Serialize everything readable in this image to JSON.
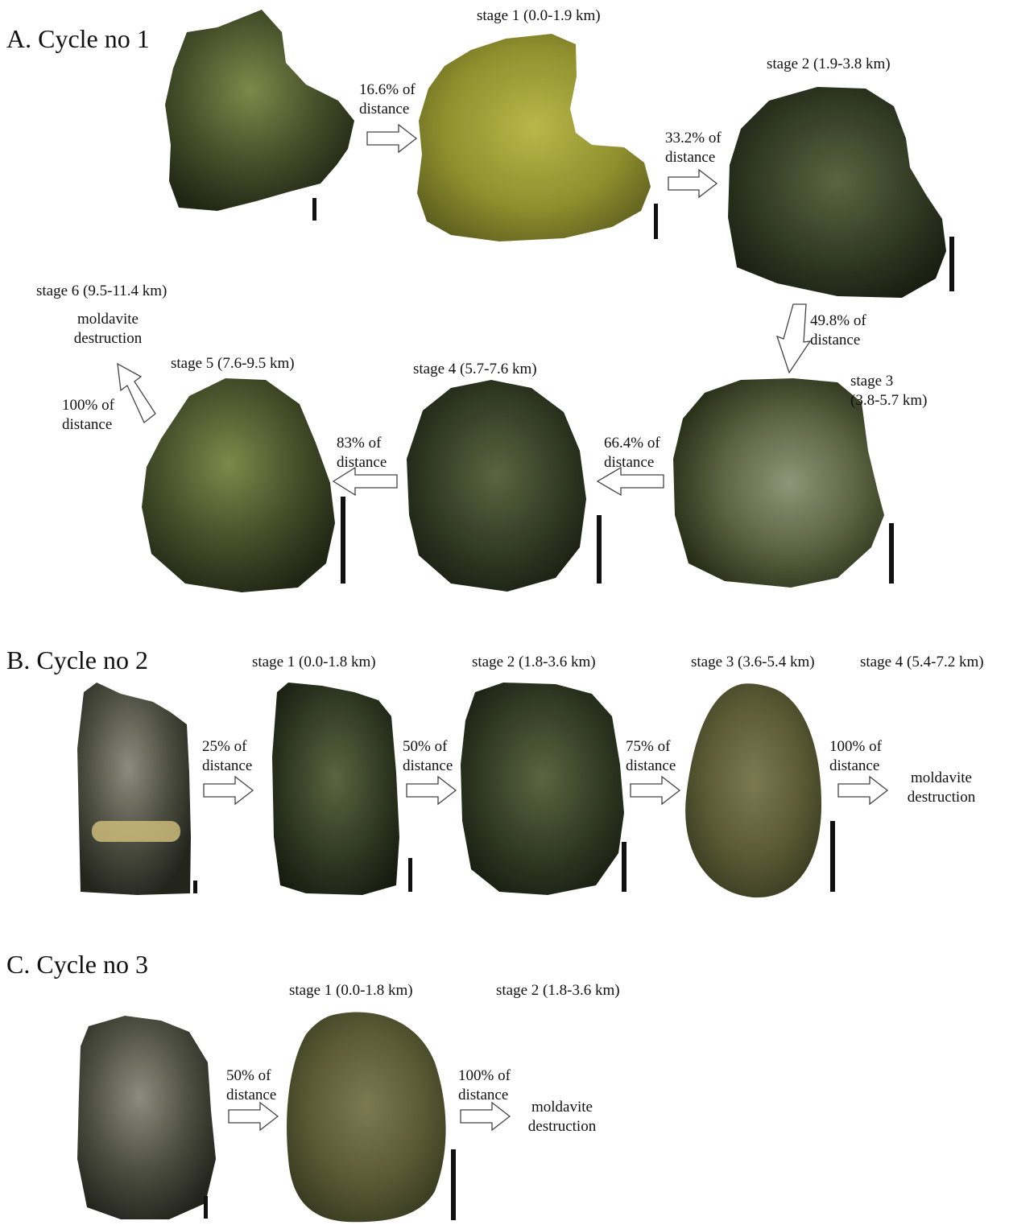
{
  "cycles": [
    {
      "title": "A. Cycle no 1",
      "stages": [
        "stage 1 (0.0-1.9 km)",
        "stage 2 (1.9-3.8 km)",
        "stage 3",
        "(3.8-5.7 km)",
        "stage 4 (5.7-7.6 km)",
        "stage 5 (7.6-9.5 km)",
        "stage 6 (9.5-11.4 km)"
      ],
      "arrows": [
        [
          "16.6% of",
          "distance"
        ],
        [
          "33.2% of",
          "distance"
        ],
        [
          "49.8% of",
          "distance"
        ],
        [
          "66.4% of",
          "distance"
        ],
        [
          "83% of",
          "distance"
        ],
        [
          "100% of",
          "distance"
        ]
      ],
      "end": [
        "moldavite",
        "destruction"
      ]
    },
    {
      "title": "B. Cycle no 2",
      "stages": [
        "stage 1 (0.0-1.8 km)",
        "stage 2 (1.8-3.6 km)",
        "stage 3 (3.6-5.4 km)",
        "stage 4 (5.4-7.2 km)"
      ],
      "arrows": [
        [
          "25% of",
          "distance"
        ],
        [
          "50% of",
          "distance"
        ],
        [
          "75% of",
          "distance"
        ],
        [
          "100% of",
          "distance"
        ]
      ],
      "end": [
        "moldavite",
        "destruction"
      ]
    },
    {
      "title": "C. Cycle no 3",
      "stages": [
        "stage 1 (0.0-1.8 km)",
        "stage 2 (1.8-3.6 km)"
      ],
      "arrows": [
        [
          "50% of",
          "distance"
        ],
        [
          "100% of",
          "distance"
        ]
      ],
      "end": [
        "moldavite",
        "destruction"
      ]
    }
  ]
}
